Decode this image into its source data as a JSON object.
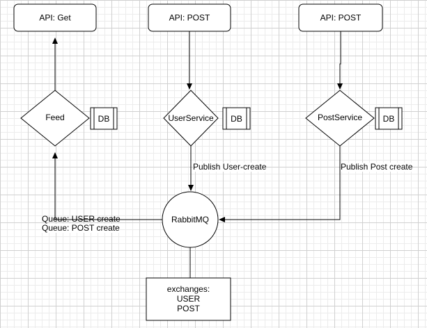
{
  "nodes": {
    "api_get": "API: Get",
    "api_post_user": "API: POST",
    "api_post_post": "API: POST",
    "feed": "Feed",
    "user_service": "UserService",
    "post_service": "PostService",
    "db": "DB",
    "rabbitmq": "RabbitMQ",
    "exchanges": {
      "title": "exchanges:",
      "line1": "USER",
      "line2": "POST"
    }
  },
  "edges": {
    "publish_user": "Publish User-create",
    "publish_post": "Publish Post create",
    "queue_user": "Queue: USER create",
    "queue_post": "Queue: POST create"
  }
}
